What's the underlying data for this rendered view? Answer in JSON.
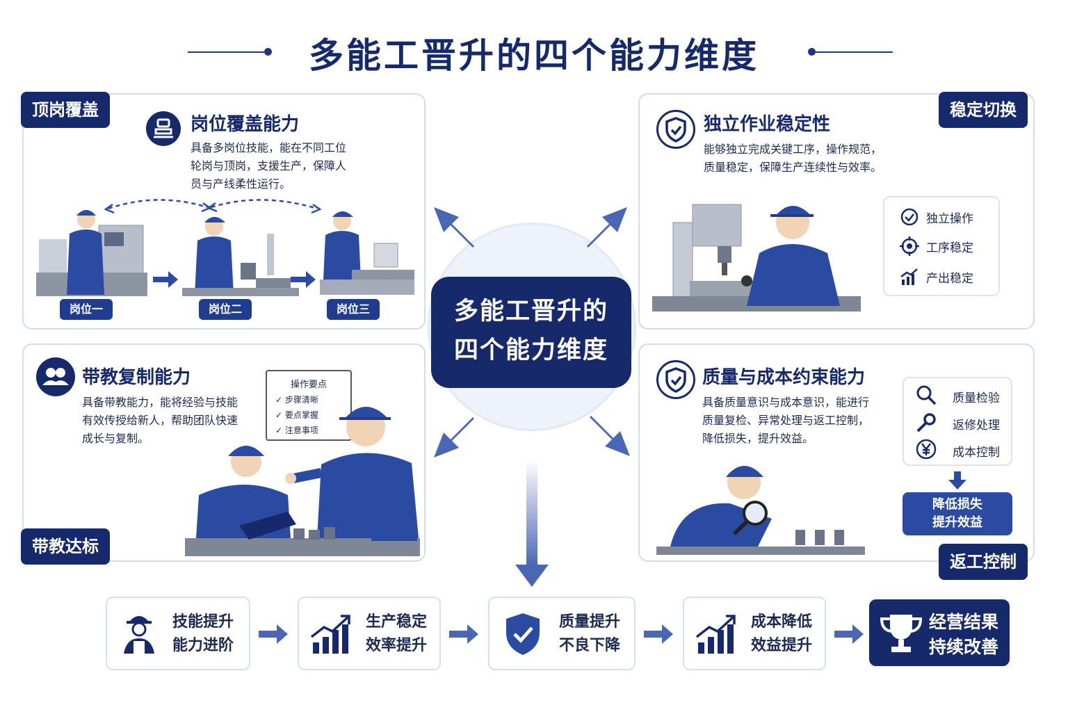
{
  "title": "多能工晋升的四个能力维度",
  "center": {
    "line1": "多能工晋升的",
    "line2": "四个能力维度"
  },
  "colors": {
    "navy": "#15296b",
    "blue": "#2b4ba3",
    "light": "#eef2fa"
  },
  "panels": {
    "top_left": {
      "tag": "顶岗覆盖",
      "title": "岗位覆盖能力",
      "icon": "workstation-icon",
      "desc": [
        "具备多岗位技能，能在不同工位",
        "轮岗与顶岗，支援生产，保障人",
        "员与产线柔性运行。"
      ],
      "stations": [
        "岗位一",
        "岗位二",
        "岗位三"
      ]
    },
    "top_right": {
      "tag": "稳定切换",
      "title": "独立作业稳定性",
      "icon": "shield-check-icon",
      "desc": [
        "能够独立完成关键工序，操作规范，",
        "质量稳定，保障生产连续性与效率。"
      ],
      "list": [
        {
          "icon": "check-circle-icon",
          "label": "独立操作"
        },
        {
          "icon": "target-icon",
          "label": "工序稳定"
        },
        {
          "icon": "trend-chart-icon",
          "label": "产出稳定"
        }
      ]
    },
    "bottom_left": {
      "tag": "带教达标",
      "title": "带教复制能力",
      "icon": "team-icon",
      "desc": [
        "具备带教能力，能将经验与技能",
        "有效传授给新人，帮助团队快速",
        "成长与复制。"
      ],
      "checklist": {
        "title": "操作要点",
        "items": [
          "步骤清晰",
          "要点掌握",
          "注意事项"
        ]
      }
    },
    "bottom_right": {
      "tag": "返工控制",
      "title": "质量与成本约束能力",
      "icon": "shield-check-icon",
      "desc": [
        "具备质量意识与成本意识，能进行",
        "质量复检、异常处理与返工控制，",
        "降低损失，提升效益。"
      ],
      "list": [
        {
          "icon": "magnifier-icon",
          "label": "质量检验"
        },
        {
          "icon": "wrench-icon",
          "label": "返修处理"
        },
        {
          "icon": "yen-icon",
          "label": "成本控制"
        }
      ],
      "result": {
        "line1": "降低损失",
        "line2": "提升效益"
      }
    }
  },
  "steps": [
    {
      "icon": "worker-icon",
      "line1": "技能提升",
      "line2": "能力进阶"
    },
    {
      "icon": "bar-growth-icon",
      "line1": "生产稳定",
      "line2": "效率提升"
    },
    {
      "icon": "shield-check-icon",
      "line1": "质量提升",
      "line2": "不良下降"
    },
    {
      "icon": "bar-growth-icon",
      "line1": "成本降低",
      "line2": "效益提升"
    },
    {
      "icon": "trophy-icon",
      "line1": "经营结果",
      "line2": "持续改善"
    }
  ]
}
